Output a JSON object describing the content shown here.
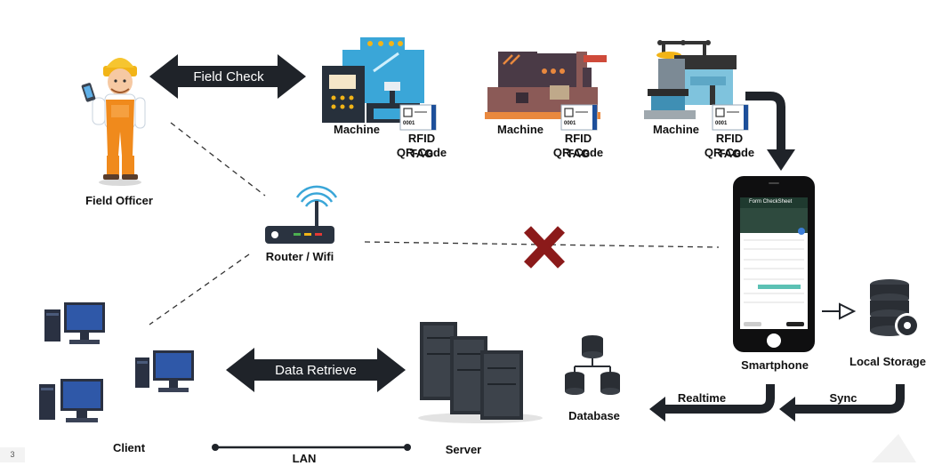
{
  "labels": {
    "field_officer": "Field Officer",
    "field_check": "Field Check",
    "machine": "Machine",
    "rfid_tag": "RFID TAG",
    "qr_code": "QR-Code",
    "router": "Router / Wifi",
    "smartphone": "Smartphone",
    "local_storage": "Local Storage",
    "client": "Client",
    "data_retrieve": "Data Retrieve",
    "server": "Server",
    "database": "Database",
    "realtime": "Realtime",
    "sync": "Sync",
    "lan": "LAN"
  },
  "tag": {
    "code": "0001"
  },
  "phone_screen": {
    "title": "Form CheckSheet"
  },
  "page_number": "3",
  "colors": {
    "arrow_dark": "#1f2329",
    "cross_red": "#8b1a1a",
    "machine_blue": "#3aa6d8",
    "officer_orange": "#f08a1c"
  }
}
